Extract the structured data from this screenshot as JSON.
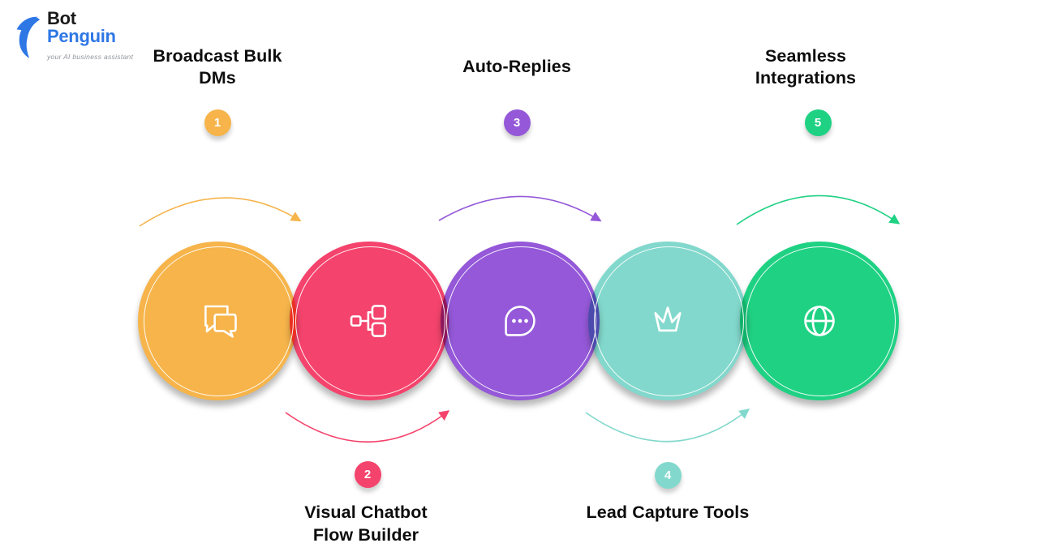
{
  "logo": {
    "brand_top": "Bot",
    "brand_bottom": "Penguin",
    "tagline": "your AI business assistant",
    "brand_color": "#2E77E5",
    "icon": "penguin-logo-icon"
  },
  "background_color": "#ffffff",
  "text_color": "#0d0d0d",
  "steps": [
    {
      "number": "1",
      "label": "Broadcast Bulk DMs",
      "label_lines": [
        "Broadcast Bulk",
        "DMs"
      ],
      "label_position": "top",
      "color": "#F6B44A",
      "icon": "chat-bubbles-icon"
    },
    {
      "number": "2",
      "label": "Visual Chatbot Flow Builder",
      "label_lines": [
        "Visual Chatbot",
        "Flow Builder"
      ],
      "label_position": "bottom",
      "color": "#F4436C",
      "icon": "flowchart-icon"
    },
    {
      "number": "3",
      "label": "Auto-Replies",
      "label_lines": [
        "Auto-Replies"
      ],
      "label_position": "top",
      "color": "#9458D8",
      "icon": "chat-dots-icon"
    },
    {
      "number": "4",
      "label": "Lead Capture Tools",
      "label_lines": [
        "Lead Capture Tools"
      ],
      "label_position": "bottom",
      "color": "#82D8CC",
      "icon": "crown-icon"
    },
    {
      "number": "5",
      "label": "Seamless Integrations",
      "label_lines": [
        "Seamless",
        "Integrations"
      ],
      "label_position": "top",
      "color": "#1FD183",
      "icon": "globe-icon"
    }
  ]
}
